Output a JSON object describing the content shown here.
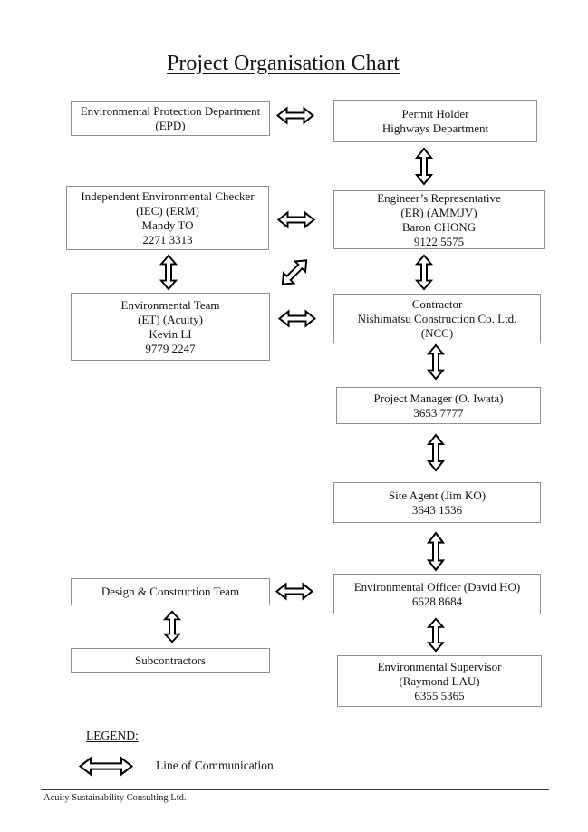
{
  "page": {
    "title": "Project Organisation Chart",
    "footer": "Acuity Sustainability Consulting Ltd."
  },
  "legend": {
    "heading": "LEGEND:",
    "arrow_symbol": "double-headed-arrow",
    "arrow_label": "Line of Communication"
  },
  "nodes": {
    "epd": {
      "lines": [
        "Environmental Protection Department",
        "(EPD)"
      ]
    },
    "permit": {
      "lines": [
        "Permit Holder",
        "Highways Department"
      ]
    },
    "iec": {
      "lines": [
        "Independent Environmental Checker",
        "(IEC) (ERM)",
        "Mandy TO",
        "2271 3313"
      ]
    },
    "er": {
      "lines": [
        "Engineer’s Representative",
        "(ER) (AMMJV)",
        "Baron CHONG",
        "9122 5575"
      ]
    },
    "et": {
      "lines": [
        "Environmental Team",
        "(ET) (Acuity)",
        "Kevin LI",
        "9779 2247"
      ]
    },
    "ncc": {
      "lines": [
        "Contractor",
        "Nishimatsu Construction Co. Ltd.",
        "(NCC)"
      ]
    },
    "pm": {
      "lines": [
        "Project Manager (O. Iwata)",
        "3653 7777"
      ]
    },
    "sa": {
      "lines": [
        "Site Agent (Jim KO)",
        "3643 1536"
      ]
    },
    "dct": {
      "lines": [
        "Design & Construction Team"
      ]
    },
    "eo": {
      "lines": [
        "Environmental Officer (David HO)",
        "6628 8684"
      ]
    },
    "sub": {
      "lines": [
        "Subcontractors"
      ]
    },
    "es": {
      "lines": [
        "Environmental Supervisor",
        "(Raymond LAU)",
        "6355 5365"
      ]
    }
  },
  "edges": [
    {
      "from": "epd",
      "to": "permit",
      "type": "line-of-communication",
      "orientation": "horizontal"
    },
    {
      "from": "permit",
      "to": "er",
      "type": "line-of-communication",
      "orientation": "vertical"
    },
    {
      "from": "iec",
      "to": "er",
      "type": "line-of-communication",
      "orientation": "horizontal"
    },
    {
      "from": "iec",
      "to": "et",
      "type": "line-of-communication",
      "orientation": "vertical"
    },
    {
      "from": "et",
      "to": "er",
      "type": "line-of-communication",
      "orientation": "diagonal"
    },
    {
      "from": "er",
      "to": "ncc",
      "type": "line-of-communication",
      "orientation": "vertical"
    },
    {
      "from": "et",
      "to": "ncc",
      "type": "line-of-communication",
      "orientation": "horizontal"
    },
    {
      "from": "ncc",
      "to": "pm",
      "type": "line-of-communication",
      "orientation": "vertical"
    },
    {
      "from": "pm",
      "to": "sa",
      "type": "line-of-communication",
      "orientation": "vertical"
    },
    {
      "from": "sa",
      "to": "eo",
      "type": "line-of-communication",
      "orientation": "vertical"
    },
    {
      "from": "dct",
      "to": "eo",
      "type": "line-of-communication",
      "orientation": "horizontal"
    },
    {
      "from": "dct",
      "to": "sub",
      "type": "line-of-communication",
      "orientation": "vertical"
    },
    {
      "from": "eo",
      "to": "es",
      "type": "line-of-communication",
      "orientation": "vertical"
    }
  ],
  "colors": {
    "box_border": "#8f8f8f",
    "arrow_outline": "#000000",
    "text": "#141414",
    "background": "#ffffff"
  }
}
